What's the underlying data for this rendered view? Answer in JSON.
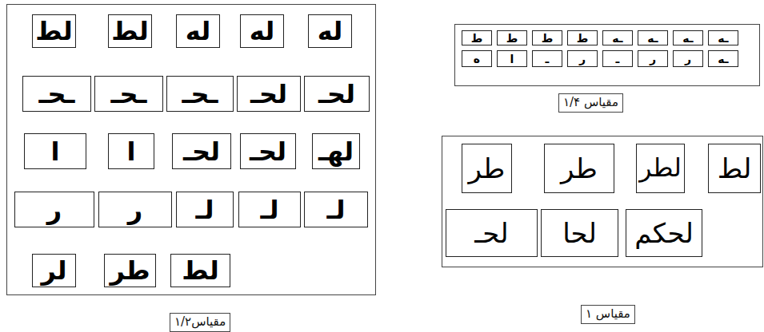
{
  "diagram": {
    "nodes": [
      {
        "text": [
          "مقیاس۱/۲"
        ]
      },
      {
        "text": [
          "لط"
        ],
        "in": 0
      },
      {
        "text": [
          "لط"
        ],
        "in": 0
      },
      {
        "text": [
          "له"
        ],
        "in": 0
      },
      {
        "text": [
          "له"
        ],
        "in": 0
      },
      {
        "text": [
          "له"
        ],
        "in": 0
      },
      {
        "text": [
          "ـحـ"
        ],
        "in": 0
      },
      {
        "text": [
          "ـحـ"
        ],
        "in": 0
      },
      {
        "text": [
          "ـحـ"
        ],
        "in": 0
      },
      {
        "text": [
          "لحـ"
        ],
        "in": 0
      },
      {
        "text": [
          "لحـ"
        ],
        "in": 0
      },
      {
        "text": [
          "ا"
        ],
        "in": 0
      },
      {
        "text": [
          "ا"
        ],
        "in": 0
      },
      {
        "text": [
          "لحـ"
        ],
        "in": 0
      },
      {
        "text": [
          "لحـ"
        ],
        "in": 0
      },
      {
        "text": [
          "لهـ"
        ],
        "in": 0
      },
      {
        "text": [
          "ر"
        ],
        "in": 0
      },
      {
        "text": [
          "ر"
        ],
        "in": 0
      },
      {
        "text": [
          "لـ"
        ],
        "in": 0
      },
      {
        "text": [
          "لـ"
        ],
        "in": 0
      },
      {
        "text": [
          "لـ"
        ],
        "in": 0
      },
      {
        "text": [
          "لر"
        ],
        "in": 0
      },
      {
        "text": [
          "طر"
        ],
        "in": 0
      },
      {
        "text": [
          "لط"
        ],
        "in": 0
      },
      {
        "text": [
          "مقیاس ۱/۴"
        ]
      },
      {
        "text": [
          "ط"
        ],
        "in": 24
      },
      {
        "text": [
          "ط"
        ],
        "in": 24
      },
      {
        "text": [
          "ط"
        ],
        "in": 24
      },
      {
        "text": [
          "ط"
        ],
        "in": 24
      },
      {
        "text": [
          "ـه"
        ],
        "in": 24
      },
      {
        "text": [
          "ـه"
        ],
        "in": 24
      },
      {
        "text": [
          "ـه"
        ],
        "in": 24
      },
      {
        "text": [
          "ـه"
        ],
        "in": 24
      },
      {
        "text": [
          "ه"
        ],
        "in": 24
      },
      {
        "text": [
          "ا"
        ],
        "in": 24
      },
      {
        "text": [
          "ـ"
        ],
        "in": 24
      },
      {
        "text": [
          "ر"
        ],
        "in": 24
      },
      {
        "text": [
          "ـ"
        ],
        "in": 24
      },
      {
        "text": [
          "ر"
        ],
        "in": 24
      },
      {
        "text": [
          "ر"
        ],
        "in": 24
      },
      {
        "text": [
          "ـه"
        ],
        "in": 24
      },
      {
        "text": [
          "مقیاس ۱"
        ]
      },
      {
        "text": [
          "طر"
        ],
        "in": 41
      },
      {
        "text": [
          "طر"
        ],
        "in": 41
      },
      {
        "text": [
          "لطر"
        ],
        "in": 41
      },
      {
        "text": [
          "لط"
        ],
        "in": 41
      },
      {
        "text": [
          "لحـ"
        ],
        "in": 41
      },
      {
        "text": [
          "لحا"
        ],
        "in": 41
      },
      {
        "text": [
          "لحكم"
        ],
        "in": 41
      }
    ]
  }
}
